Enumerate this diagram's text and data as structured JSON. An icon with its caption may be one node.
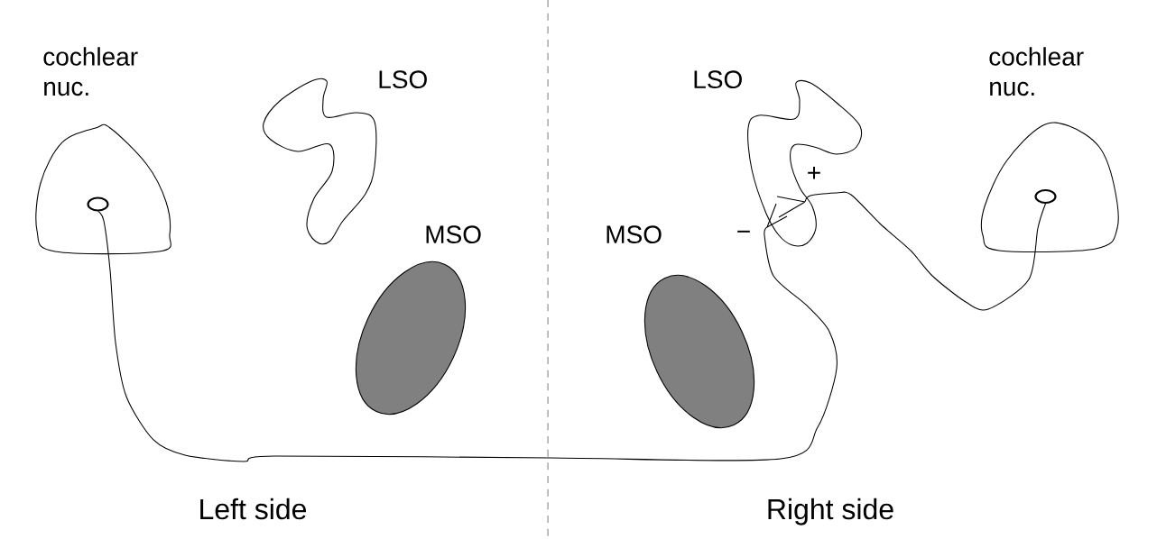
{
  "diagram": {
    "nodes": [
      {
        "text": [
          "cochlear nuc."
        ]
      },
      {
        "text": [],
        "shape": "circle",
        "in": 0
      },
      {
        "text": [
          "LSO"
        ]
      },
      {
        "text": [
          "MSO"
        ]
      },
      {
        "text": [
          "LSO"
        ]
      },
      {
        "text": [
          "MSO"
        ]
      },
      {
        "text": [
          "cochlear nuc."
        ]
      },
      {
        "text": [],
        "shape": "circle",
        "in": 6
      }
    ],
    "edges": [
      {
        "from": 1,
        "to": 4,
        "arrow": "none",
        "label": "−"
      },
      {
        "from": 7,
        "to": 4,
        "arrow": "none",
        "label": "+"
      }
    ],
    "labels": [
      "Left side",
      "Right side"
    ]
  }
}
